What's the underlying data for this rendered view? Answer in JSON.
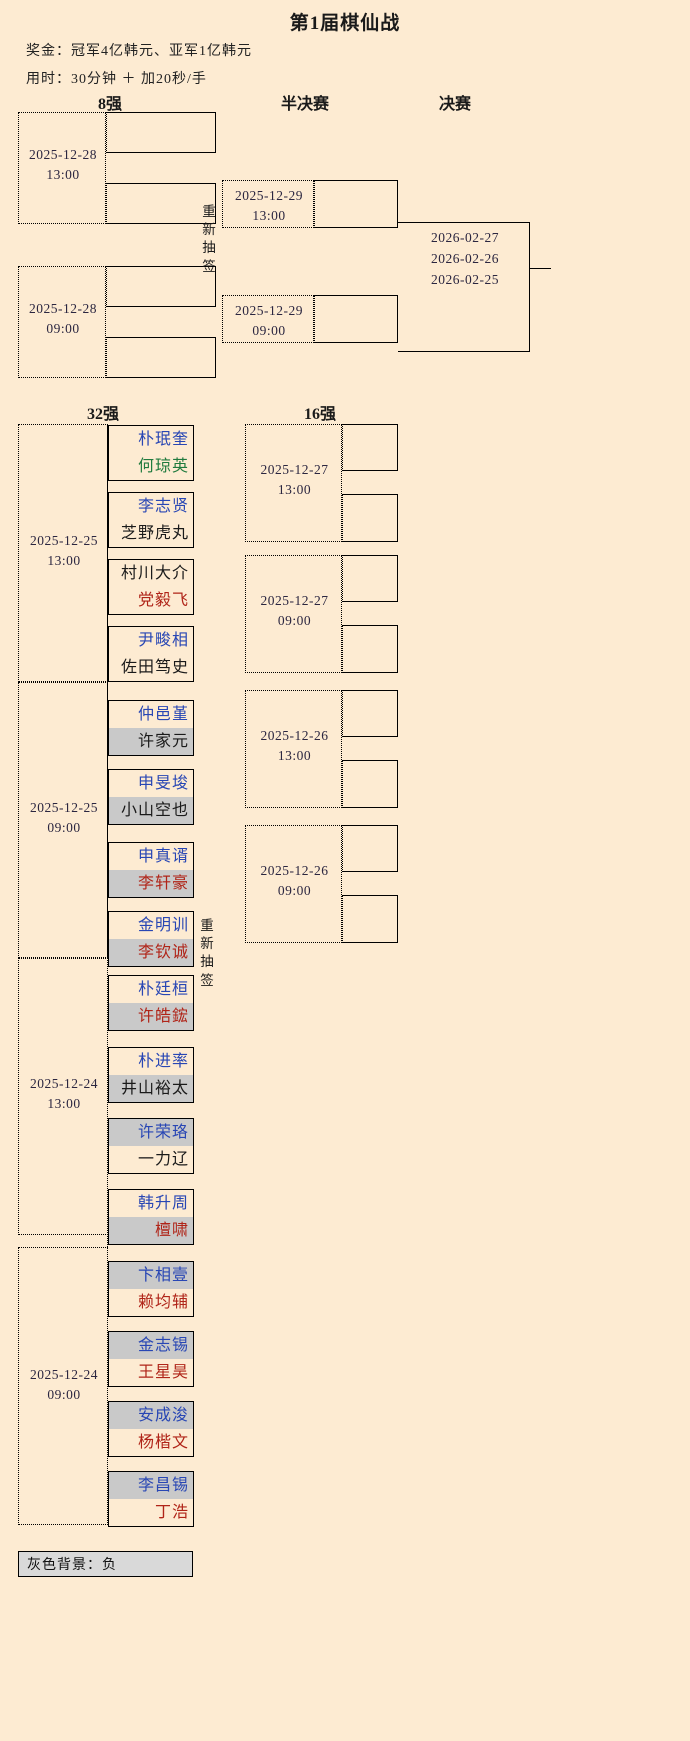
{
  "header": {
    "title": "第1届棋仙战",
    "prize": "奖金：冠军4亿韩元、亚军1亿韩元",
    "time_rule": "用时：30分钟 ＋ 加20秒/手"
  },
  "round_labels": {
    "quarter": "8强",
    "semi": "半决赛",
    "final": "决赛",
    "r32": "32强",
    "r16": "16强"
  },
  "redraw_text": "重新抽签",
  "legend": "灰色背景：负",
  "dates": {
    "qf_top": {
      "date": "2025-12-28",
      "time": "13:00"
    },
    "qf_bottom": {
      "date": "2025-12-28",
      "time": "09:00"
    },
    "sf_top": {
      "date": "2025-12-29",
      "time": "13:00"
    },
    "sf_bottom": {
      "date": "2025-12-29",
      "time": "09:00"
    },
    "final_1": "2026-02-27",
    "final_2": "2026-02-26",
    "final_3": "2026-02-25",
    "r16_1": {
      "date": "2025-12-27",
      "time": "13:00"
    },
    "r16_2": {
      "date": "2025-12-27",
      "time": "09:00"
    },
    "r16_3": {
      "date": "2025-12-26",
      "time": "13:00"
    },
    "r16_4": {
      "date": "2025-12-26",
      "time": "09:00"
    },
    "r32_1": {
      "date": "2025-12-25",
      "time": "13:00"
    },
    "r32_2": {
      "date": "2025-12-25",
      "time": "09:00"
    },
    "r32_3": {
      "date": "2025-12-24",
      "time": "13:00"
    },
    "r32_4": {
      "date": "2025-12-24",
      "time": "09:00"
    }
  },
  "matches": [
    {
      "id": "m1",
      "top": {
        "name": "朴珉奎",
        "color": "#2846b4",
        "lost": false
      },
      "bottom": {
        "name": "何琼英",
        "color": "#1f7a3d",
        "lost": false
      }
    },
    {
      "id": "m2",
      "top": {
        "name": "李志贤",
        "color": "#2846b4",
        "lost": false
      },
      "bottom": {
        "name": "芝野虎丸",
        "color": "#1a1a1a",
        "lost": false
      }
    },
    {
      "id": "m3",
      "top": {
        "name": "村川大介",
        "color": "#1a1a1a",
        "lost": false
      },
      "bottom": {
        "name": "党毅飞",
        "color": "#b02418",
        "lost": false
      }
    },
    {
      "id": "m4",
      "top": {
        "name": "尹畯相",
        "color": "#2846b4",
        "lost": false
      },
      "bottom": {
        "name": "佐田笃史",
        "color": "#1a1a1a",
        "lost": false
      }
    },
    {
      "id": "m5",
      "top": {
        "name": "仲邑堇",
        "color": "#2846b4",
        "lost": false
      },
      "bottom": {
        "name": "许家元",
        "color": "#1a1a1a",
        "lost": true
      }
    },
    {
      "id": "m6",
      "top": {
        "name": "申旻埈",
        "color": "#2846b4",
        "lost": false
      },
      "bottom": {
        "name": "小山空也",
        "color": "#1a1a1a",
        "lost": true
      }
    },
    {
      "id": "m7",
      "top": {
        "name": "申真谞",
        "color": "#2846b4",
        "lost": false
      },
      "bottom": {
        "name": "李轩豪",
        "color": "#b02418",
        "lost": true
      }
    },
    {
      "id": "m8",
      "top": {
        "name": "金明训",
        "color": "#2846b4",
        "lost": false
      },
      "bottom": {
        "name": "李钦诚",
        "color": "#b02418",
        "lost": true
      }
    },
    {
      "id": "m9",
      "top": {
        "name": "朴廷桓",
        "color": "#2846b4",
        "lost": false
      },
      "bottom": {
        "name": "许皓鋐",
        "color": "#b02418",
        "lost": true
      }
    },
    {
      "id": "m10",
      "top": {
        "name": "朴进率",
        "color": "#2846b4",
        "lost": false
      },
      "bottom": {
        "name": "井山裕太",
        "color": "#1a1a1a",
        "lost": true
      }
    },
    {
      "id": "m11",
      "top": {
        "name": "许荣珞",
        "color": "#2846b4",
        "lost": true
      },
      "bottom": {
        "name": "一力辽",
        "color": "#1a1a1a",
        "lost": false
      }
    },
    {
      "id": "m12",
      "top": {
        "name": "韩升周",
        "color": "#2846b4",
        "lost": false
      },
      "bottom": {
        "name": "檀啸",
        "color": "#b02418",
        "lost": true
      }
    },
    {
      "id": "m13",
      "top": {
        "name": "卞相壹",
        "color": "#2846b4",
        "lost": true
      },
      "bottom": {
        "name": "赖均辅",
        "color": "#b02418",
        "lost": false
      }
    },
    {
      "id": "m14",
      "top": {
        "name": "金志锡",
        "color": "#2846b4",
        "lost": true
      },
      "bottom": {
        "name": "王星昊",
        "color": "#b02418",
        "lost": false
      }
    },
    {
      "id": "m15",
      "top": {
        "name": "安成浚",
        "color": "#2846b4",
        "lost": true
      },
      "bottom": {
        "name": "杨楷文",
        "color": "#b02418",
        "lost": false
      }
    },
    {
      "id": "m16",
      "top": {
        "name": "李昌锡",
        "color": "#2846b4",
        "lost": true
      },
      "bottom": {
        "name": "丁浩",
        "color": "#b02418",
        "lost": false
      }
    }
  ],
  "colors": {
    "background": "#fdebd2",
    "line": "#000000",
    "lose_bg": "#c9c9c9",
    "korea": "#2846b4",
    "china": "#b02418",
    "japan": "#1a1a1a",
    "taiwan": "#1f7a3d"
  }
}
